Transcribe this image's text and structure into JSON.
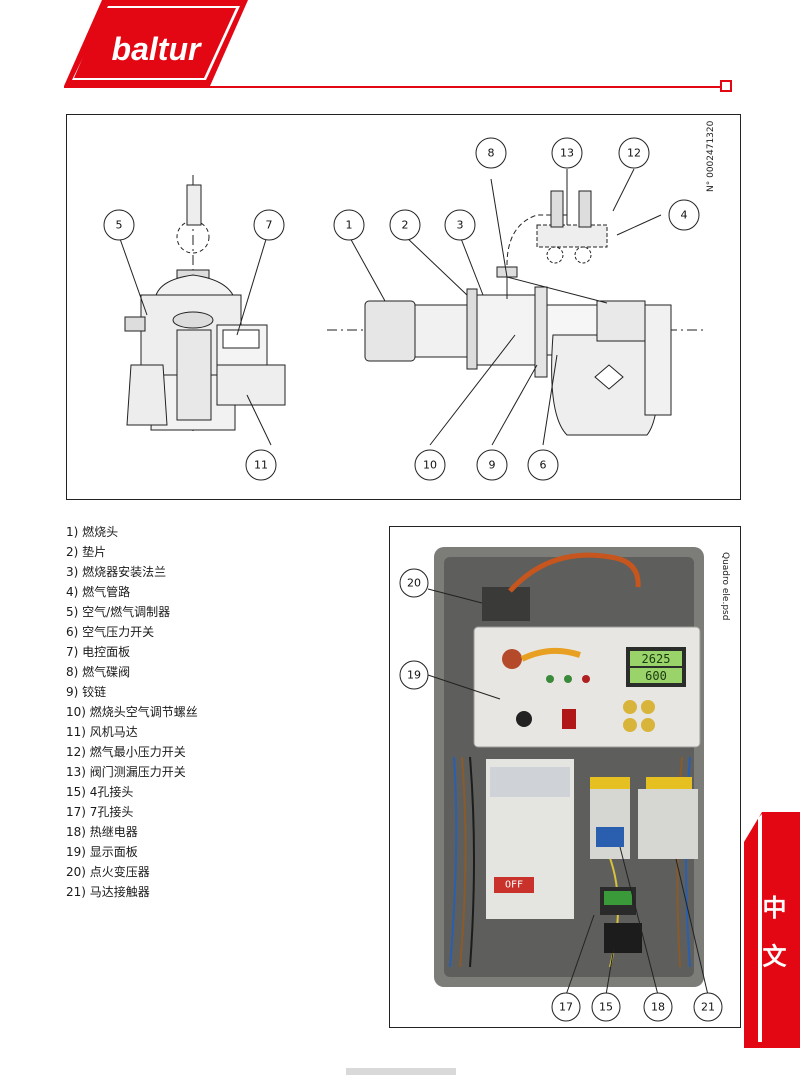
{
  "header": {
    "brand": "baltur",
    "colors": {
      "accent": "#e30613"
    }
  },
  "diagram": {
    "doc_number": "N° 0002471320",
    "callouts": [
      "5",
      "7",
      "1",
      "2",
      "3",
      "8",
      "13",
      "12",
      "4",
      "11",
      "10",
      "9",
      "6"
    ]
  },
  "legend": {
    "items": [
      "1)   燃烧头",
      "2)  垫片",
      "3)   燃烧器安装法兰",
      "4)  燃气管路",
      "5)  空气/燃气调制器",
      "6)   空气压力开关",
      "7)  电控面板",
      "8)  燃气碟阀",
      "9)  铰链",
      "10)  燃烧头空气调节螺丝",
      "11)  风机马达",
      "12)  燃气最小压力开关",
      "13)  阀门测漏压力开关",
      "15)  4孔接头",
      "17)  7孔接头",
      "18)  热继电器",
      "19)  显示面板",
      "20)  点火变压器",
      "21)  马达接触器"
    ]
  },
  "photo": {
    "caption": "Quadro ele.psd",
    "display_top": "2625",
    "display_bottom": "600",
    "display_off": "OFF",
    "callouts": [
      "20",
      "19",
      "17",
      "15",
      "18",
      "21"
    ]
  },
  "language_tab": {
    "label": "中 文"
  }
}
